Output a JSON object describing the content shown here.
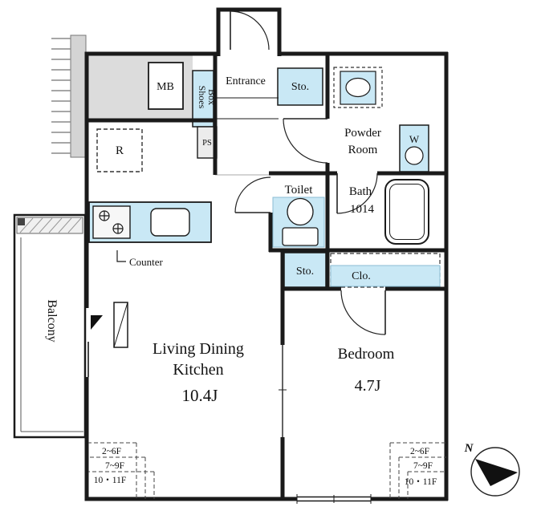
{
  "colors": {
    "wall": "#1a1a1a",
    "water": "#c9e8f5",
    "water_edge": "#8bbdd4",
    "gray": "#dcdcdc",
    "corridor_gray": "#d4d4d4"
  },
  "labels": {
    "mb": "MB",
    "shoes_line1": "Shoes",
    "shoes_line2": "Box",
    "entrance": "Entrance",
    "storage_upper": "Sto.",
    "powder_line1": "Powder",
    "powder_line2": "Room",
    "washer": "W",
    "fridge": "R",
    "pipe_space": "PS",
    "toilet": "Toilet",
    "bath_line1": "Bath",
    "bath_line2": "1014",
    "counter": "Counter",
    "storage_lower": "Sto.",
    "closet": "Clo.",
    "balcony": "Balcony",
    "ldk_line1": "Living Dining",
    "ldk_line2": "Kitchen",
    "ldk_size": "10.4J",
    "bedroom": "Bedroom",
    "bedroom_size": "4.7J",
    "north": "N"
  },
  "floor_marks": {
    "left": [
      "2~6F",
      "7~9F",
      "10・11F"
    ],
    "right": [
      "2~6F",
      "7~9F",
      "10・11F"
    ]
  }
}
